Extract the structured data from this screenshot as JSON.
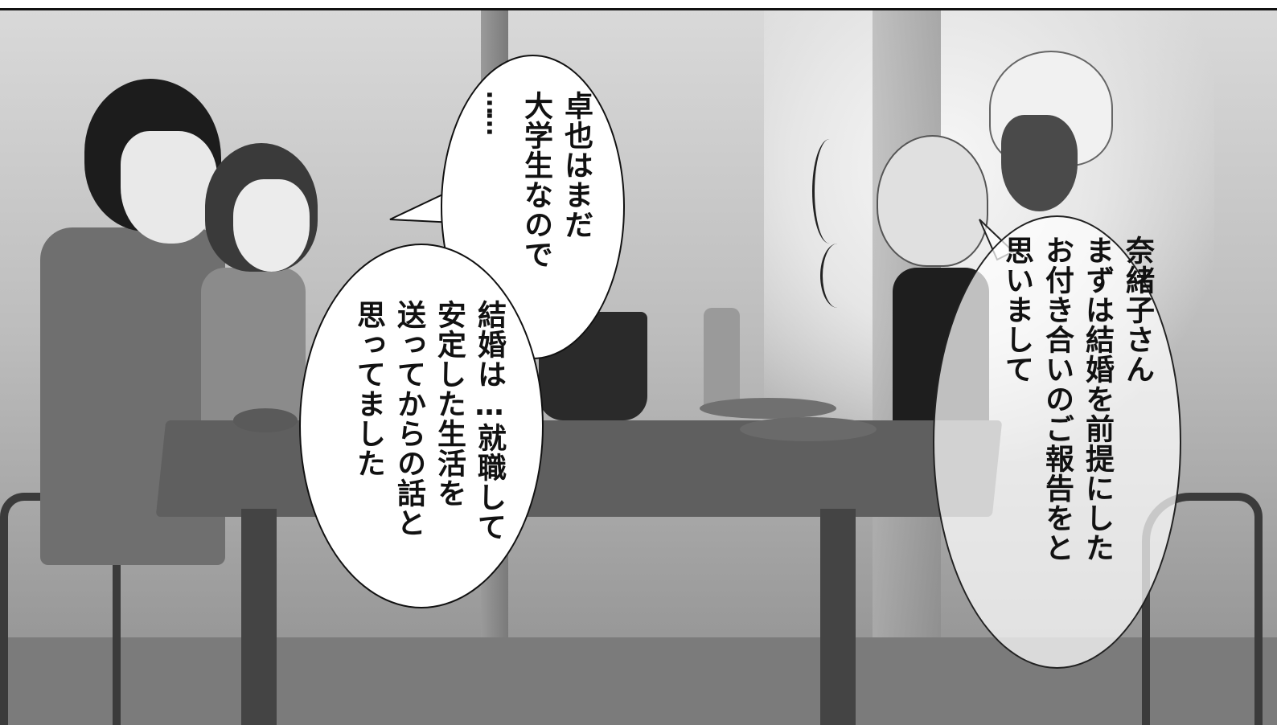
{
  "bubbles": {
    "upper_center": {
      "ellipsis": "……",
      "lines": [
        "卓也はまだ",
        "大学生なので"
      ]
    },
    "lower_center": {
      "lines": [
        "結婚は…就職して",
        "安定した生活を",
        "送ってからの話と",
        "思ってました"
      ]
    },
    "right": {
      "lines": [
        "奈緒子さん",
        "まずは結婚を前提にした",
        "お付き合いのご報告をと",
        "思いまして"
      ]
    }
  }
}
